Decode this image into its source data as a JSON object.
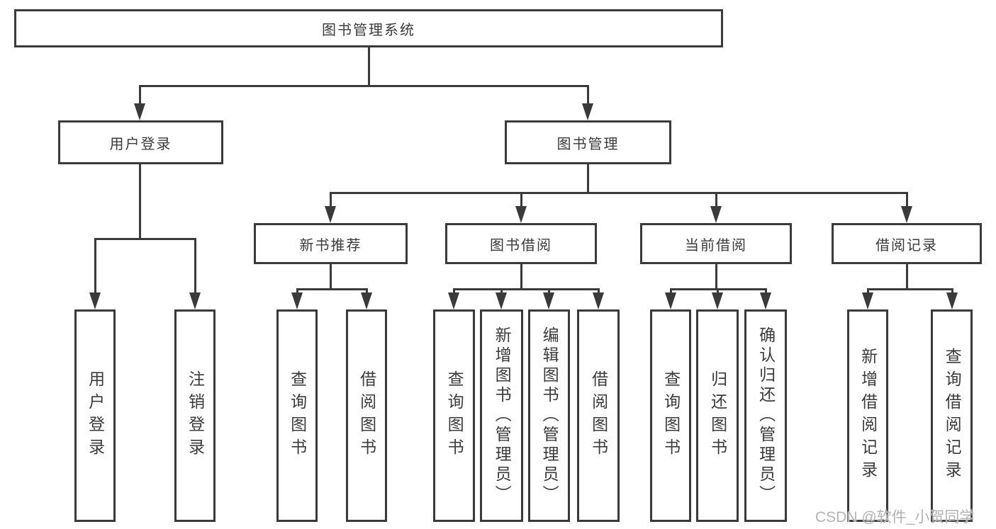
{
  "diagram": {
    "type": "hierarchy-tree",
    "root": {
      "label": "图书管理系统",
      "children": [
        {
          "label": "用户登录",
          "children": [
            {
              "label": "用户登录"
            },
            {
              "label": "注销登录"
            }
          ]
        },
        {
          "label": "图书管理",
          "children": [
            {
              "label": "新书推荐",
              "children": [
                {
                  "label": "查询图书"
                },
                {
                  "label": "借阅图书"
                }
              ]
            },
            {
              "label": "图书借阅",
              "children": [
                {
                  "label": "查询图书"
                },
                {
                  "label": "新增图书（管理员）"
                },
                {
                  "label": "编辑图书（管理员）"
                },
                {
                  "label": "借阅图书"
                }
              ]
            },
            {
              "label": "当前借阅",
              "children": [
                {
                  "label": "查询图书"
                },
                {
                  "label": "归还图书"
                },
                {
                  "label": "确认归还（管理员）"
                }
              ]
            },
            {
              "label": "借阅记录",
              "children": [
                {
                  "label": "新增借阅记录"
                },
                {
                  "label": "查询借阅记录"
                }
              ]
            }
          ]
        }
      ]
    }
  },
  "watermark": {
    "text": "CSDN @软件_小贺同学"
  },
  "colors": {
    "line": "#3a3a3a",
    "node_border": "#3a3a3a",
    "node_text": "#3b3b3b",
    "background": "#ffffff",
    "watermark_text": "#b3b3b3"
  }
}
